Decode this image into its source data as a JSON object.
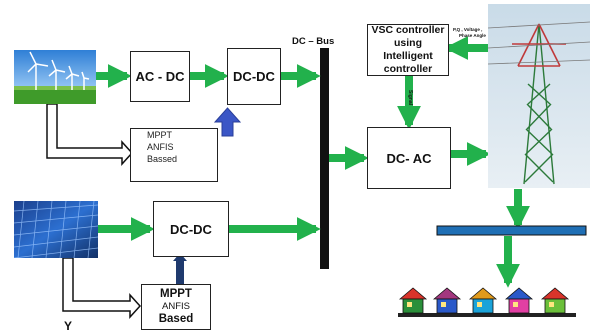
{
  "blocks": {
    "ac_dc": "AC - DC",
    "dc_dc_wind": "DC-DC",
    "dc_dc_pv": "DC-DC",
    "dc_ac": "DC- AC",
    "vsc_line1": "VSC controller",
    "vsc_line2": "using Intelligent",
    "vsc_line3": "controller"
  },
  "notes": {
    "mppt_wind": [
      "MPPT",
      "ANFIS",
      "Bassed"
    ],
    "mppt_pv": [
      "MPPT",
      "ANFIS",
      "Based"
    ]
  },
  "labels": {
    "dc_bus": "DC – Bus",
    "pq_line1": "P,Q , Voltage ,",
    "pq_line2": "Phase Angle",
    "vsc_signal": "Signal",
    "bottom_cut": "Y"
  },
  "colors": {
    "green_arrow": "#22b14c",
    "blue_arrow": "#3b56c6",
    "navy_arrow": "#1f3a6e",
    "busbar": "#111111",
    "ac_bus": "#1f6fb5"
  },
  "icons": [
    "wind-farm-image",
    "solar-panel-image",
    "transmission-tower-image",
    "houses-image"
  ]
}
